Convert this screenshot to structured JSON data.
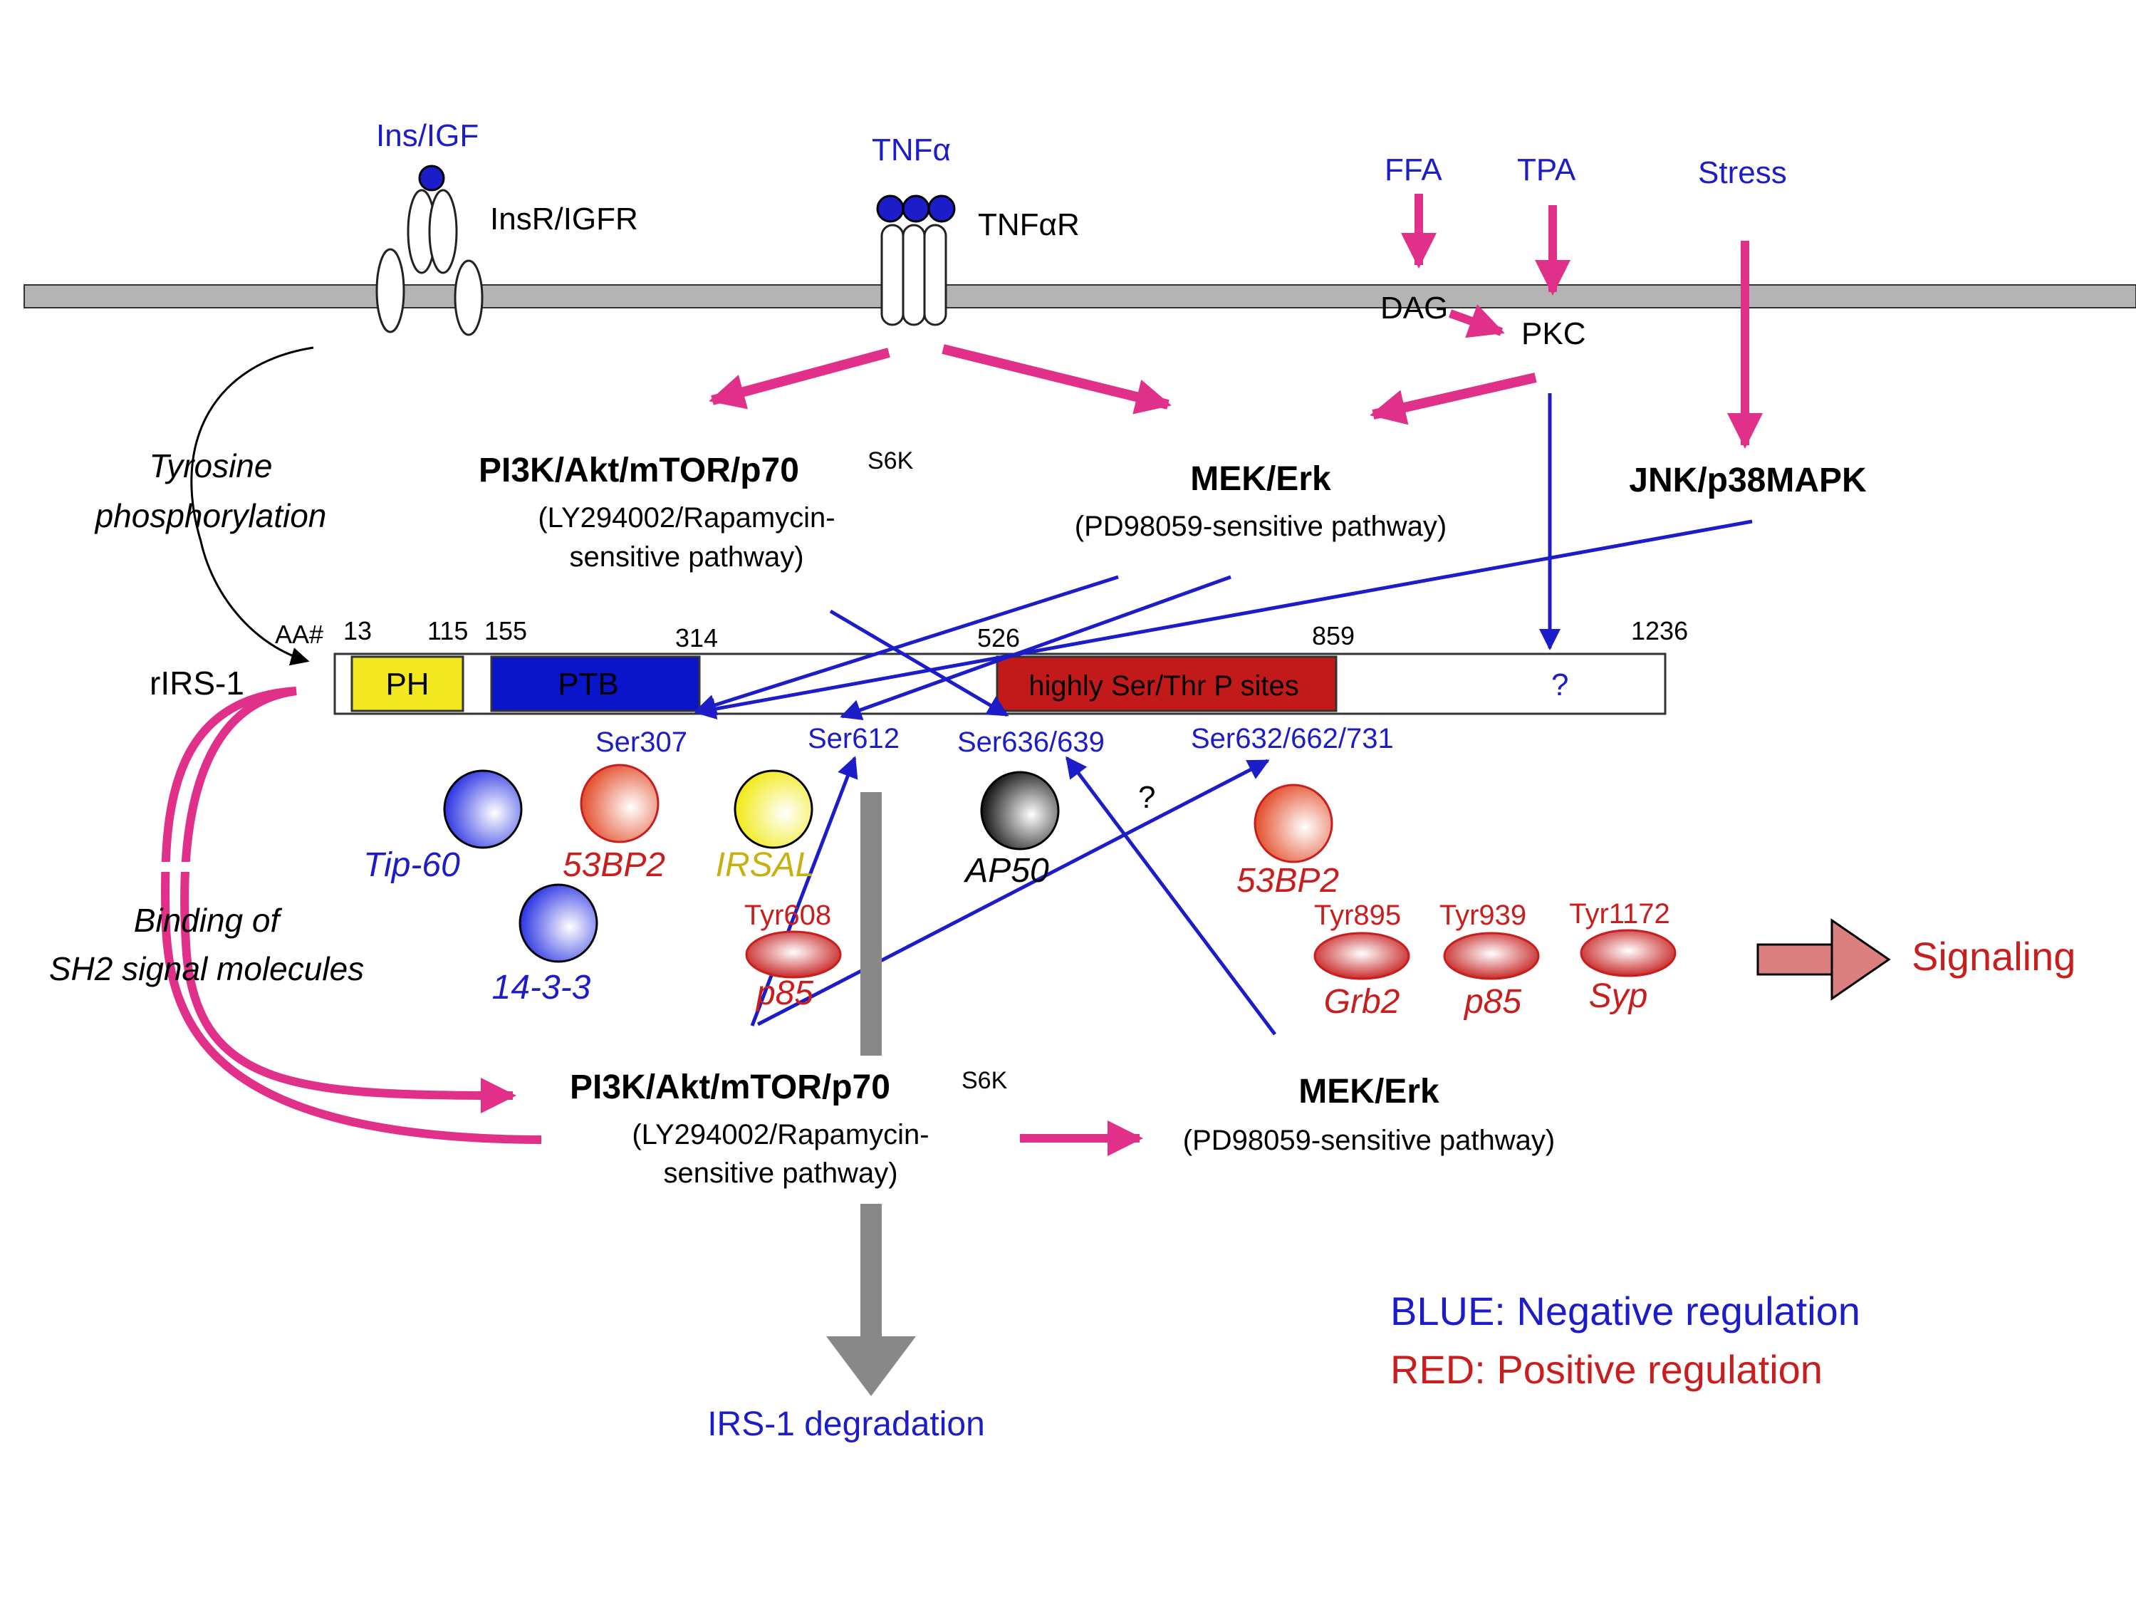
{
  "ligands": {
    "ins_igf": "Ins/IGF",
    "tnf": "TNFα",
    "ffa": "FFA",
    "tpa": "TPA",
    "stress": "Stress"
  },
  "receptors": {
    "insr": "InsR/IGFR",
    "tnfr": "TNFαR",
    "dag": "DAG",
    "pkc": "PKC"
  },
  "pathways_top": {
    "pi3k_title": "PI3K/Akt/mTOR/p70",
    "pi3k_sup": "S6K",
    "pi3k_sub1": "(LY294002/Rapamycin-",
    "pi3k_sub2": "sensitive pathway)",
    "mek_title": "MEK/Erk",
    "mek_sub": "(PD98059-sensitive pathway)",
    "jnk": "JNK/p38MAPK"
  },
  "labels": {
    "tyr_phos_1": "Tyrosine",
    "tyr_phos_2": "phosphorylation",
    "binding_1": "Binding of",
    "binding_2": "SH2 signal molecules",
    "rirs": "rIRS-1",
    "aa": "AA#",
    "question_mid": "?",
    "degradation": "IRS-1 degradation",
    "signaling": "Signaling"
  },
  "protein": {
    "positions": [
      "13",
      "115",
      "155",
      "314",
      "526",
      "859",
      "1236"
    ],
    "ph": "PH",
    "ptb": "PTB",
    "ser_thr": "highly Ser/Thr P sites",
    "unknown": "?"
  },
  "sites": {
    "ser307": "Ser307",
    "ser612": "Ser612",
    "ser636": "Ser636/639",
    "ser632": "Ser632/662/731",
    "tyr608": "Tyr608",
    "tyr895": "Tyr895",
    "tyr939": "Tyr939",
    "tyr1172": "Tyr1172"
  },
  "binders": {
    "tip60": "Tip-60",
    "bp2_a": "53BP2",
    "irsal": "IRSAL",
    "ap50": "AP50",
    "bp2_b": "53BP2",
    "p1433": "14-3-3",
    "p85_a": "p85",
    "grb2": "Grb2",
    "p85_b": "p85",
    "syp": "Syp"
  },
  "pathways_bottom": {
    "pi3k_title": "PI3K/Akt/mTOR/p70",
    "pi3k_sup": "S6K",
    "pi3k_sub1": "(LY294002/Rapamycin-",
    "pi3k_sub2": "sensitive pathway)",
    "mek_title": "MEK/Erk",
    "mek_sub": "(PD98059-sensitive pathway)"
  },
  "legend": {
    "blue": "BLUE: Negative regulation",
    "red": "RED: Positive regulation"
  },
  "colors": {
    "blue": "#1c1cc8",
    "red": "#c81e1e",
    "magenta": "#e0308a",
    "membrane": "#b4b4b4",
    "yellow": "#f2e81f",
    "ptb_blue": "#0a14c8",
    "ser_red": "#c21a1a"
  }
}
